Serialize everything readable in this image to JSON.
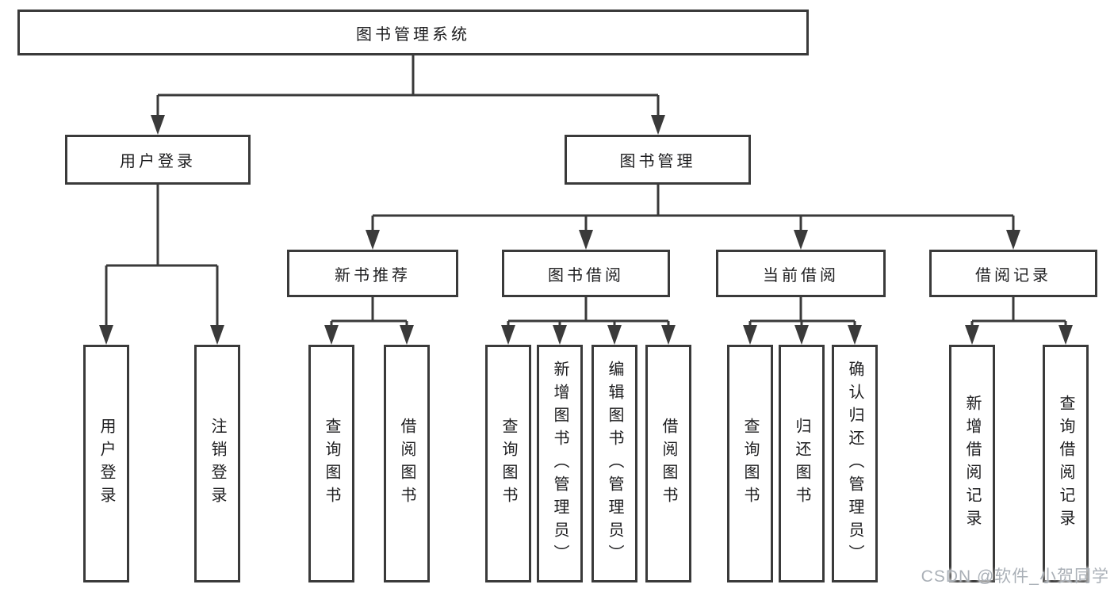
{
  "tree": {
    "label": "图书管理系统",
    "children": [
      {
        "label": "用户登录",
        "children": [
          {
            "label": "用户登录"
          },
          {
            "label": "注销登录"
          }
        ]
      },
      {
        "label": "图书管理",
        "children": [
          {
            "label": "新书推荐",
            "children": [
              {
                "label": "查询图书"
              },
              {
                "label": "借阅图书"
              }
            ]
          },
          {
            "label": "图书借阅",
            "children": [
              {
                "label": "查询图书"
              },
              {
                "label": "新增图书（管理员）"
              },
              {
                "label": "编辑图书（管理员）"
              },
              {
                "label": "借阅图书"
              }
            ]
          },
          {
            "label": "当前借阅",
            "children": [
              {
                "label": "查询图书"
              },
              {
                "label": "归还图书"
              },
              {
                "label": "确认归还（管理员）"
              }
            ]
          },
          {
            "label": "借阅记录",
            "children": [
              {
                "label": "新增借阅记录"
              },
              {
                "label": "查询借阅记录"
              }
            ]
          }
        ]
      }
    ]
  },
  "watermark": {
    "text": "CSDN @软件_小贺同学"
  },
  "colors": {
    "line": "#3a3a3a",
    "box_background": "#ffffff",
    "text": "#1d1d1f",
    "watermark": "#aab0b7"
  }
}
